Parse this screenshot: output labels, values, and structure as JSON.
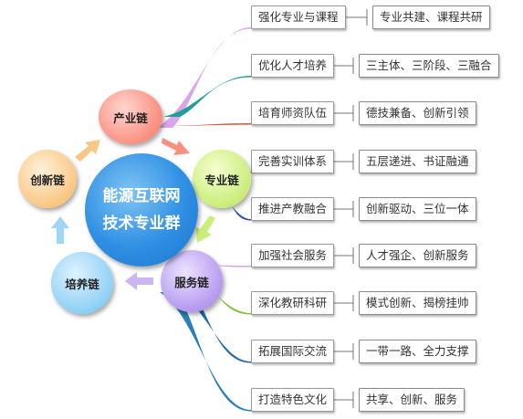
{
  "center": {
    "line1": "能源互联网",
    "line2": "技术专业群"
  },
  "nodes": {
    "chanye": "产业链",
    "zhuanye": "专业链",
    "fuwu": "服务链",
    "peiyang": "培养链",
    "chuangxin": "创新链"
  },
  "branches": [
    {
      "label": "强化专业与课程",
      "desc": "专业共建、课程共研",
      "color": "#d9a6ec"
    },
    {
      "label": "优化人才培养",
      "desc": "三主体、三阶段、三融合",
      "color": "#1f9e9a"
    },
    {
      "label": "培育师资队伍",
      "desc": "德技兼备、创新引领",
      "color": "#e05345"
    },
    {
      "label": "完善实训体系",
      "desc": "五层递进、书证融通",
      "color": "#b9ddf3"
    },
    {
      "label": "推进产教融合",
      "desc": "创新驱动、三位一体",
      "color": "#2b54a0"
    },
    {
      "label": "加强社会服务",
      "desc": "人才强企、创新服务",
      "color": "#d2a6e8"
    },
    {
      "label": "深化教研科研",
      "desc": "模式创新、揭榜挂帅",
      "color": "#8cc43e"
    },
    {
      "label": "拓展国际交流",
      "desc": "一带一路、全力支撑",
      "color": "#1d6aa8"
    },
    {
      "label": "打造特色文化",
      "desc": "共享、创新、服务",
      "color": "#2a7fb8"
    }
  ],
  "arrow_colors": {
    "chuangxin_to_chanye": "#f9c784",
    "chanye_to_zhuanye": "#fa8f80",
    "zhuanye_to_fuwu": "#cbed7a",
    "fuwu_to_peiyang": "#c9b6f2",
    "peiyang_to_chuangxin": "#9fd6f5"
  }
}
